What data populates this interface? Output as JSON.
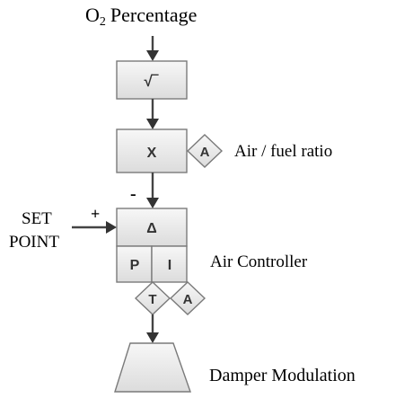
{
  "diagram": {
    "input_label": "O",
    "input_subscript": "2",
    "input_label_rest": "Percentage",
    "sqrt_block": {
      "symbol": "√‾"
    },
    "multiply_block": {
      "symbol": "X"
    },
    "ratio_diamond": {
      "symbol": "A"
    },
    "ratio_label": "Air / fuel ratio",
    "minus_sign": "-",
    "plus_sign": "+",
    "set_point_line1": "SET",
    "set_point_line2": "POINT",
    "delta_block": {
      "symbol": "Δ"
    },
    "p_block": {
      "symbol": "P"
    },
    "i_block": {
      "symbol": "I"
    },
    "controller_label": "Air Controller",
    "transfer_diamond": {
      "symbol": "T"
    },
    "auto_diamond": {
      "symbol": "A"
    },
    "damper_label": "Damper Modulation"
  }
}
